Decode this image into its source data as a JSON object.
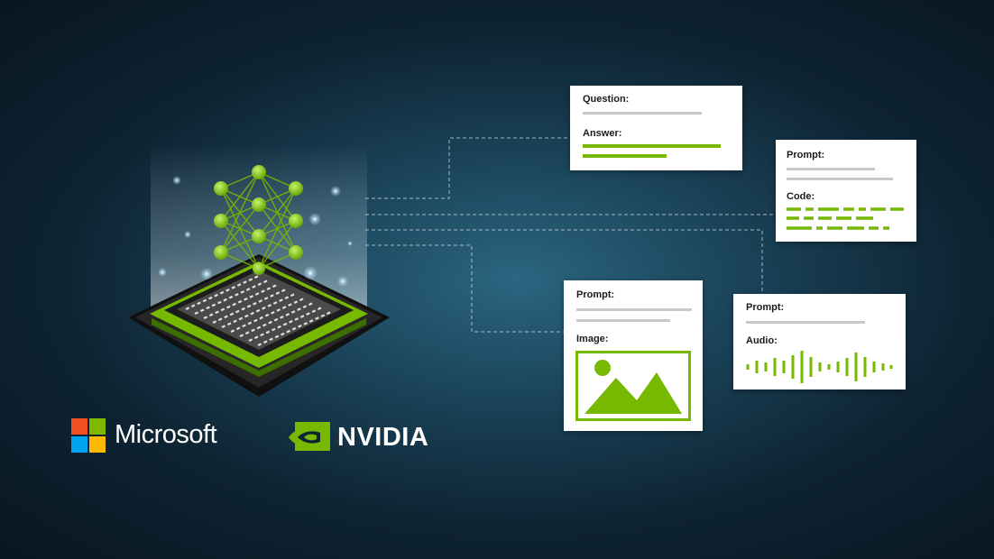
{
  "cards": {
    "qa": {
      "question_label": "Question:",
      "answer_label": "Answer:"
    },
    "code": {
      "prompt_label": "Prompt:",
      "code_label": "Code:"
    },
    "image": {
      "prompt_label": "Prompt:",
      "image_label": "Image:"
    },
    "audio": {
      "prompt_label": "Prompt:",
      "audio_label": "Audio:"
    }
  },
  "logos": {
    "microsoft": "Microsoft",
    "nvidia": "NVIDIA"
  },
  "colors": {
    "accent": "#76b900",
    "card": "#ffffff",
    "bg_dark": "#081620",
    "bg_mid": "#1a4258"
  }
}
